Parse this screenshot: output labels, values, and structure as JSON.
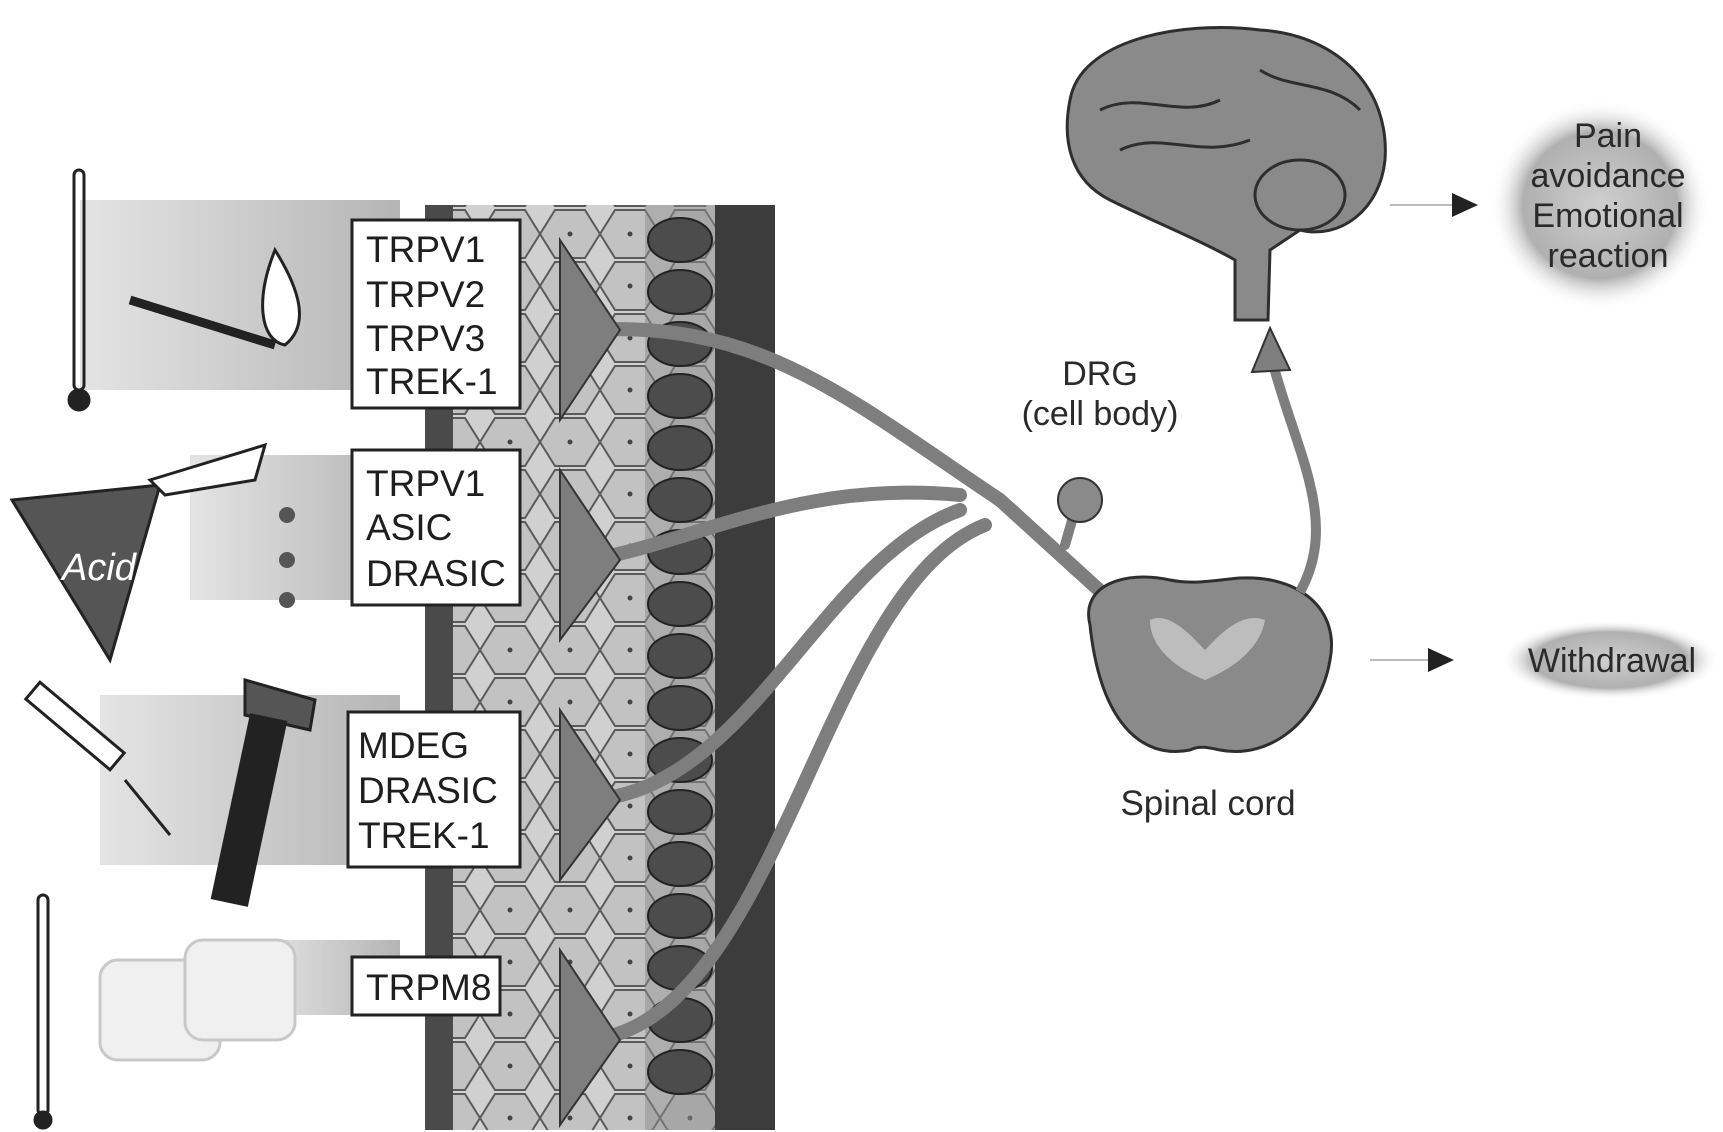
{
  "receptor_boxes": [
    {
      "stimulus": "heat",
      "lines": [
        "TRPV1",
        "TRPV2",
        "TRPV3",
        "TREK-1"
      ]
    },
    {
      "stimulus": "acid",
      "lines": [
        "TRPV1",
        "ASIC",
        "DRASIC"
      ]
    },
    {
      "stimulus": "mechanical",
      "lines": [
        "MDEG",
        "DRASIC",
        "TREK-1"
      ]
    },
    {
      "stimulus": "cold",
      "lines": [
        "TRPM8"
      ]
    }
  ],
  "acid_label": "Acid",
  "drg_label": [
    "DRG",
    "(cell body)"
  ],
  "spinal_cord_label": "Spinal cord",
  "outcomes": {
    "brain": [
      "Pain",
      "avoidance",
      "Emotional",
      "reaction"
    ],
    "spinal": "Withdrawal"
  },
  "icons": [
    "thermometer-icon",
    "match-flame-icon",
    "acid-beaker-icon",
    "syringe-icon",
    "hammer-icon",
    "ice-cubes-icon",
    "brain-icon",
    "spinal-cord-icon"
  ],
  "colors": {
    "ink": "#2a2a2a",
    "nerve": "#8a8a8a",
    "skin_dark": "#3a3a3a",
    "band": "#c8c8c8"
  }
}
